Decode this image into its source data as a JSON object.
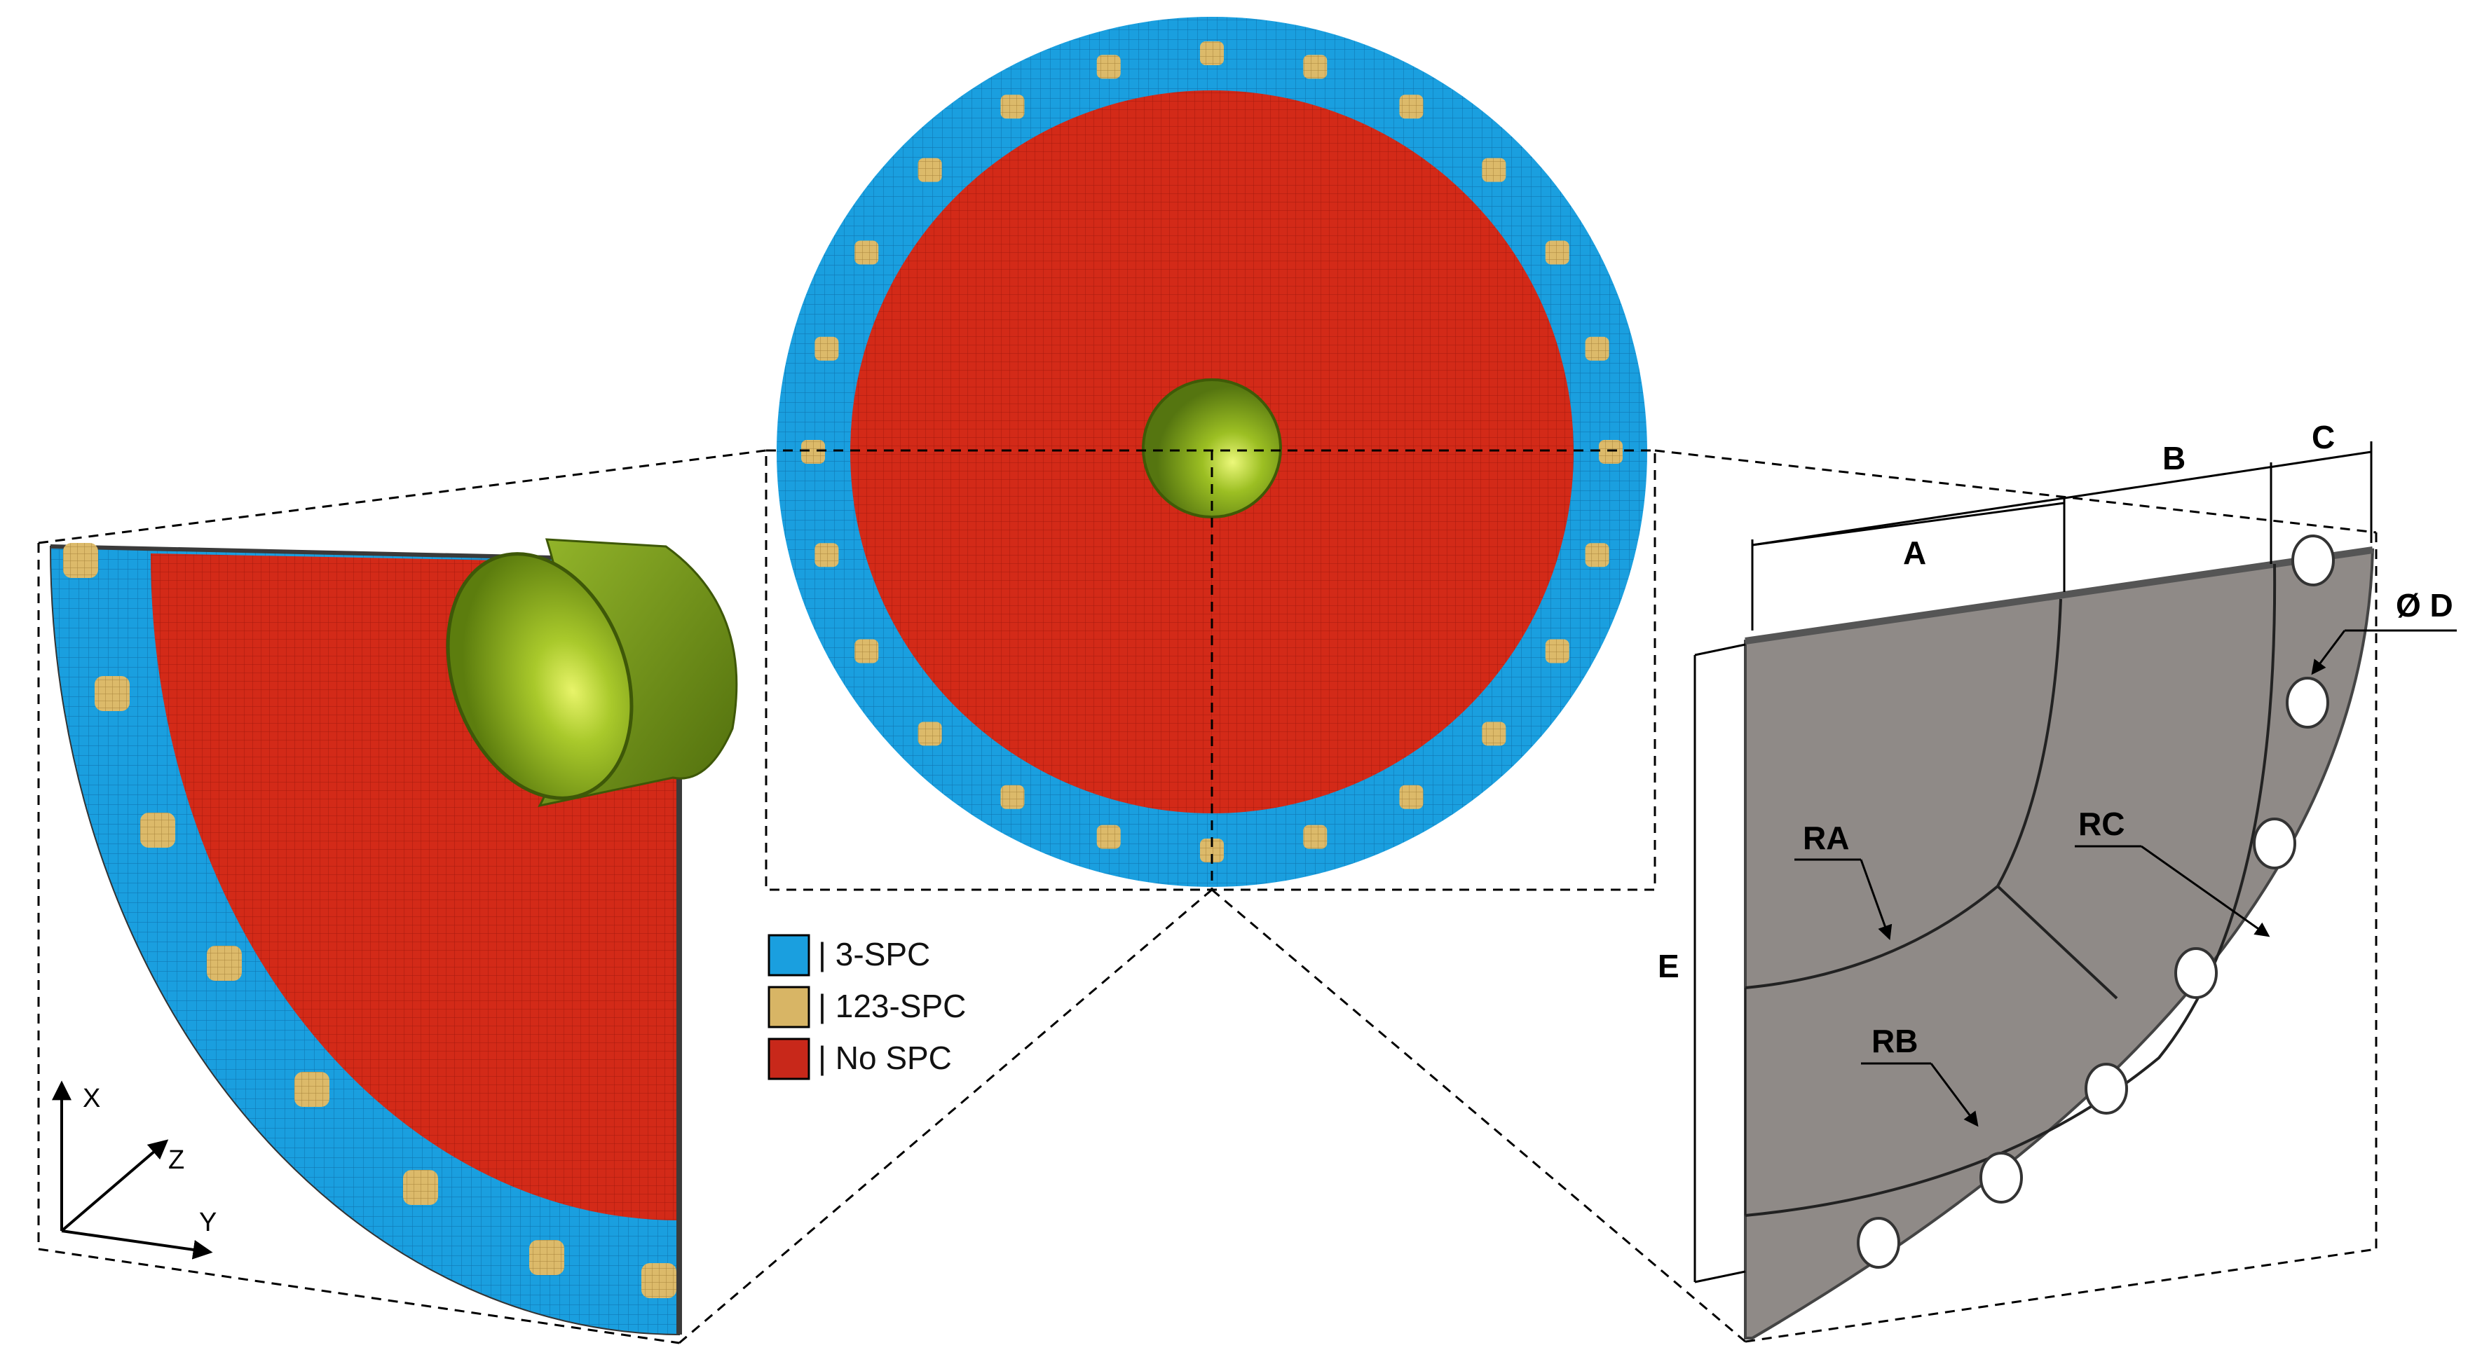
{
  "legend": {
    "items": [
      {
        "label": "| 3-SPC",
        "color": "#1a9fdf"
      },
      {
        "label": "| 123-SPC",
        "color": "#d8b565"
      },
      {
        "label": "| No SPC",
        "color": "#c8281a"
      }
    ]
  },
  "axes": {
    "x": "X",
    "y": "Y",
    "z": "Z"
  },
  "dimensions": {
    "a": "A",
    "b": "B",
    "c": "C",
    "d": "Ø D",
    "e": "E",
    "ra": "RA",
    "rb": "RB",
    "rc": "RC"
  },
  "colors": {
    "blue_ring": "#1a9fdf",
    "red_plate": "#c8281a",
    "spc_pad": "#d8b565",
    "cylinder": "#7aa11e",
    "gray_plate": "#8f8a87"
  }
}
